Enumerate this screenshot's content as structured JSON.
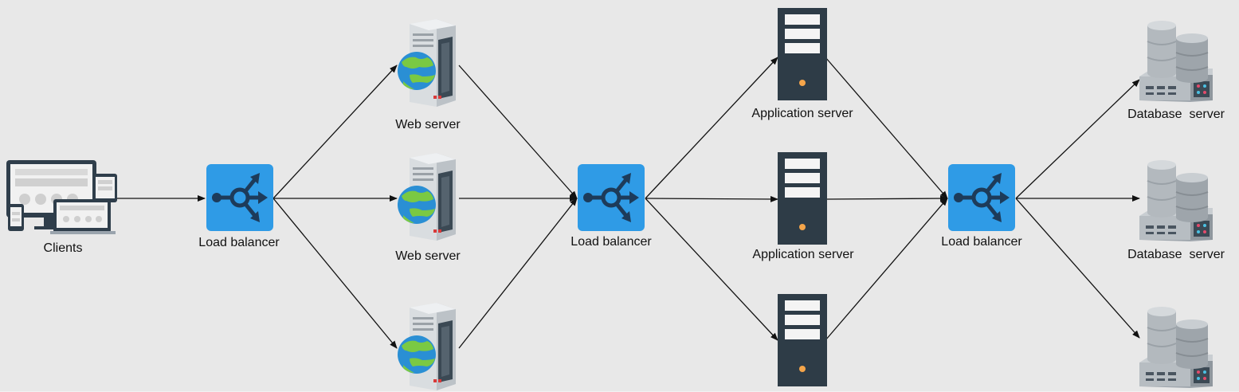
{
  "nodes": {
    "clients": {
      "label": "Clients",
      "icon": "devices-icon"
    },
    "lb1": {
      "label": "Load balancer",
      "icon": "load-balancer-icon"
    },
    "web1": {
      "label": "Web server",
      "icon": "web-server-icon"
    },
    "web2": {
      "label": "Web server",
      "icon": "web-server-icon"
    },
    "web3": {
      "label": "",
      "icon": "web-server-icon"
    },
    "lb2": {
      "label": "Load balancer",
      "icon": "load-balancer-icon"
    },
    "app1": {
      "label": "Application server",
      "icon": "application-server-icon"
    },
    "app2": {
      "label": "Application server",
      "icon": "application-server-icon"
    },
    "app3": {
      "label": "",
      "icon": "application-server-icon"
    },
    "lb3": {
      "label": "Load balancer",
      "icon": "load-balancer-icon"
    },
    "db1": {
      "label": "Database  server",
      "icon": "database-server-icon"
    },
    "db2": {
      "label": "Database  server",
      "icon": "database-server-icon"
    },
    "db3": {
      "label": "",
      "icon": "database-server-icon"
    }
  },
  "edges": [
    [
      "clients",
      "lb1"
    ],
    [
      "lb1",
      "web1"
    ],
    [
      "lb1",
      "web2"
    ],
    [
      "lb1",
      "web3"
    ],
    [
      "web1",
      "lb2"
    ],
    [
      "web2",
      "lb2"
    ],
    [
      "web3",
      "lb2"
    ],
    [
      "lb2",
      "app1"
    ],
    [
      "lb2",
      "app2"
    ],
    [
      "lb2",
      "app3"
    ],
    [
      "app1",
      "lb3"
    ],
    [
      "app2",
      "lb3"
    ],
    [
      "app3",
      "lb3"
    ],
    [
      "lb3",
      "db1"
    ],
    [
      "lb3",
      "db2"
    ],
    [
      "lb3",
      "db3"
    ]
  ],
  "colors": {
    "background": "#e8e8e8",
    "load_balancer": "#2f9be6",
    "load_balancer_symbol": "#1d3b5a",
    "app_server": "#2e3c47",
    "globe_ocean": "#2a8fd4",
    "globe_land": "#7ac943",
    "arrow": "#111111"
  }
}
